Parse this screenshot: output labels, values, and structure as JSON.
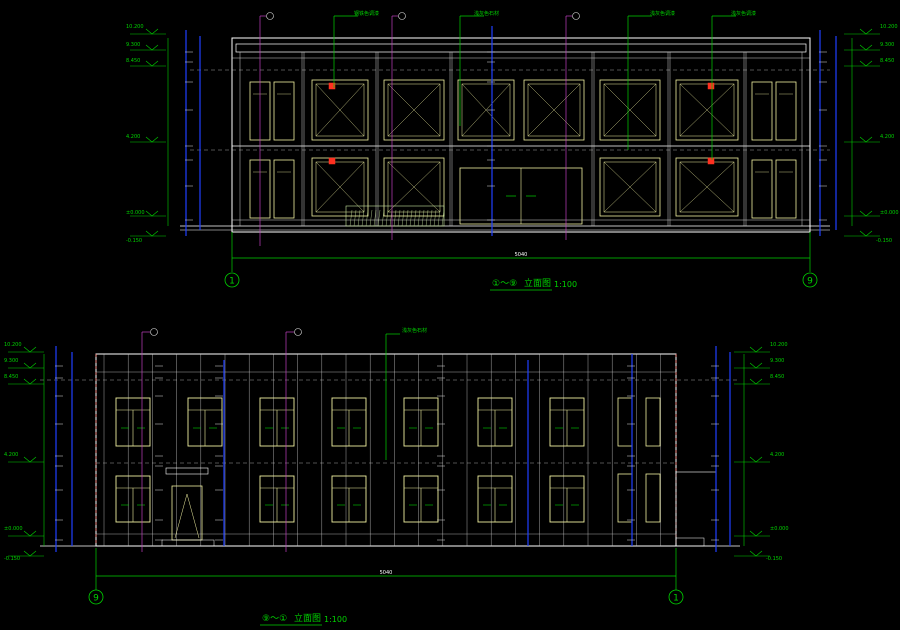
{
  "top_elevation": {
    "title_prefix": "①～⑨",
    "title_text": "立面图",
    "scale": "1:100",
    "axis_left": "1",
    "axis_right": "9",
    "overall_dim": "5040",
    "level_labels_left": [
      "10.200",
      "9.300",
      "8.450",
      "4.200",
      "±0.000",
      "-0.150"
    ],
    "level_labels_right": [
      "10.200",
      "9.300",
      "8.450",
      "4.200",
      "±0.000",
      "-0.150"
    ],
    "callouts": [
      "钢铁色调漆",
      "浅灰色石材",
      "浅灰色调漆",
      "浅灰色调漆"
    ]
  },
  "bottom_elevation": {
    "title_prefix": "⑨～①",
    "title_text": "立面图",
    "scale": "1:100",
    "axis_left": "9",
    "axis_right": "1",
    "overall_dim": "5040",
    "level_labels_left": [
      "10.200",
      "9.300",
      "8.450",
      "4.200",
      "±0.000",
      "-0.150"
    ],
    "level_labels_right": [
      "10.200",
      "9.300",
      "8.450",
      "4.200",
      "±0.000",
      "-0.150"
    ],
    "callouts": [
      "浅灰色石材"
    ]
  },
  "colors": {
    "background": "#000000",
    "dimension": "#00d200",
    "outline": "#ffffff",
    "window": "#f0f0a0",
    "column": "#2040ff",
    "leader": "#c040c0",
    "accent": "#ff3020"
  }
}
